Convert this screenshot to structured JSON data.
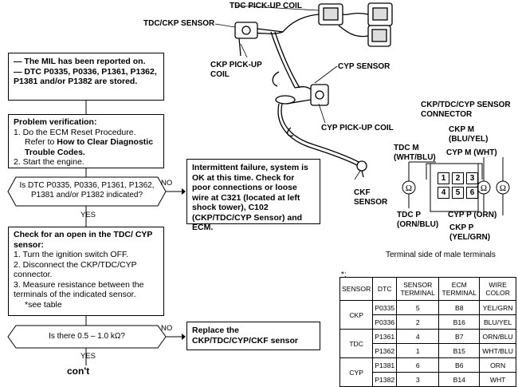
{
  "flow": {
    "box1": {
      "line1": "— The MIL has been reported on.",
      "line2": "— DTC P0335, P0336, P1361, P1362, P1381 and/or P1382 are stored."
    },
    "box2": {
      "title": "Problem verification:",
      "step1": "1.  Do the ECM Reset Procedure.",
      "step1b": "Refer to",
      "step1c": "How to Clear Diagnostic Trouble Codes.",
      "step2": "2.  Start the engine."
    },
    "decision1": "Is DTC P0335, P0336, P1361, P1362, P1381 and/or P1382 indicated?",
    "no1": "NO",
    "yes1": "YES",
    "intermittent": "Intermittent failure, system is OK at this time. Check for poor connections or loose wire at C321 (located at left shock tower), C102 (CKP/TDC/CYP Sensor) and ECM.",
    "box3": {
      "title": "Check for an open in the TDC/ CYP sensor:",
      "s1": "1.  Turn the ignition switch OFF.",
      "s2": "2.  Disconnect the CKP/TDC/CYP connector.",
      "s3": "3.  Measure resistance between the terminals of the indicated sensor.",
      "s3b": "*see table"
    },
    "decision2": "Is there 0.5 – 1.0 kΩ?",
    "no2": "NO",
    "yes2": "YES",
    "replace": "Replace the CKP/TDC/CYP/CKF sensor",
    "cont": "con't"
  },
  "labels": {
    "tdc_coil": "TDC PICK-UP COIL",
    "tdc_ckp": "TDC/CKP SENSOR",
    "ckp_coil": "CKP PICK-UP COIL",
    "cyp_sensor": "CYP SENSOR",
    "cyp_coil": "CYP PICK-UP COIL",
    "ckf": "CKF SENSOR"
  },
  "connector": {
    "title": "CKP/TDC/CYP SENSOR CONNECTOR",
    "ckp_m": "CKP M (BLU/YEL)",
    "tdc_m": "TDC M (WHT/BLU)",
    "cyp_m": "CYP M (WHT)",
    "tdc_p": "TDC P (ORN/BLU)",
    "cyp_p": "CYP P (ORN)",
    "ckp_p": "CKP P (YEL/GRN)",
    "pins": [
      "1",
      "2",
      "3",
      "4",
      "5",
      "6"
    ],
    "caption": "Terminal side of male terminals"
  },
  "table": {
    "star": "*:",
    "headers": [
      "SENSOR",
      "DTC",
      "SENSOR TERMINAL",
      "ECM TERMINAL",
      "WIRE COLOR"
    ],
    "rows": [
      [
        "CKP",
        "P0335",
        "5",
        "B8",
        "YEL/GRN"
      ],
      [
        "",
        "P0336",
        "2",
        "B16",
        "BLU/YEL"
      ],
      [
        "TDC",
        "P1361",
        "4",
        "B7",
        "ORN/BLU"
      ],
      [
        "",
        "P1362",
        "1",
        "B15",
        "WHT/BLU"
      ],
      [
        "CYP",
        "P1381",
        "6",
        "B6",
        "ORN"
      ],
      [
        "",
        "P1382",
        "3",
        "B14",
        "WHT"
      ]
    ]
  }
}
